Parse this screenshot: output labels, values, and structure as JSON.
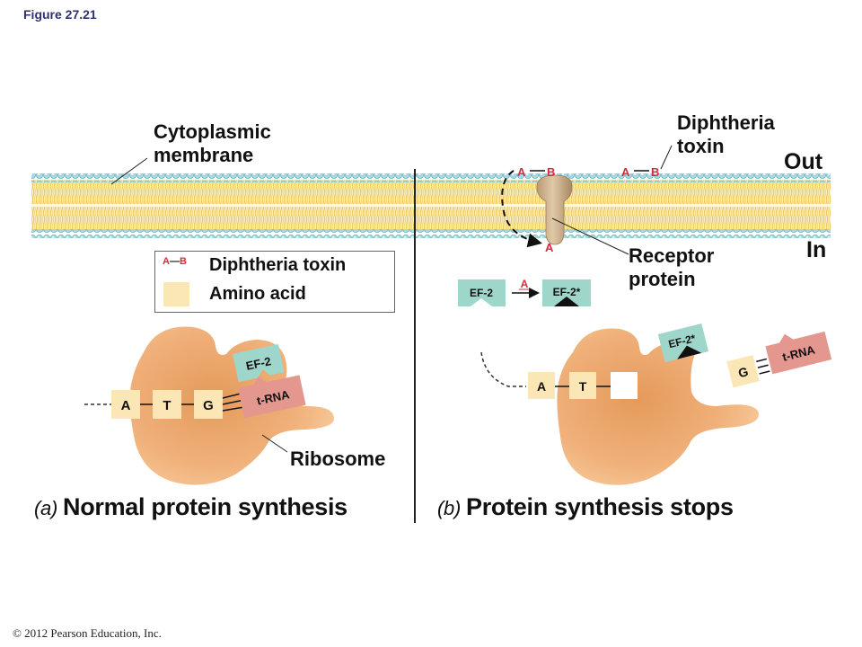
{
  "figure_label": "Figure 27.21",
  "labels": {
    "cytoplasmic_membrane": [
      "Cytoplasmic",
      "membrane"
    ],
    "diphtheria_toxin": [
      "Diphtheria",
      "toxin"
    ],
    "out": "Out",
    "in": "In",
    "receptor_protein": [
      "Receptor",
      "protein"
    ],
    "ribosome": "Ribosome"
  },
  "legend": {
    "items": [
      {
        "symbol_a": "A",
        "symbol_b": "B",
        "label": "Diphtheria toxin"
      },
      {
        "label": "Amino acid"
      }
    ]
  },
  "panel_a": {
    "marker": "(a)",
    "title": "Normal protein synthesis",
    "codons": [
      "A",
      "T",
      "G"
    ],
    "ef2_label": "EF-2",
    "trna_label": "t-RNA"
  },
  "panel_b": {
    "marker": "(b)",
    "title": "Protein synthesis stops",
    "toxin_inside": {
      "a": "A",
      "b": "B"
    },
    "toxin_outside": {
      "a": "A",
      "b": "B"
    },
    "translocated_fragment": "A",
    "reaction": {
      "reactant": "EF-2",
      "catalyst": "A",
      "product": "EF-2*"
    },
    "codons": [
      "A",
      "T",
      ""
    ],
    "ef2_star_label": "EF-2*",
    "free_codon": "G",
    "trna_label": "t-RNA"
  },
  "colors": {
    "toxin_red": "#d42b3a",
    "ef2_teal": "#9fd6cc",
    "trna_pink": "#e4978f",
    "amino_acid": "#fbe6b5",
    "ribosome": "#eba56a",
    "membrane_tail": "#f0d67a",
    "membrane_head": "#9dd1dc",
    "receptor": "#c9ab86"
  },
  "copyright": "© 2012 Pearson Education, Inc."
}
